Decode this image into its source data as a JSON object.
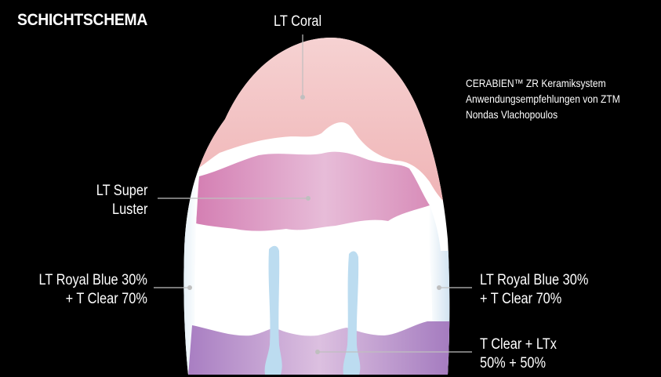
{
  "diagram": {
    "title": "SCHICHTSCHEMA",
    "info_lines": [
      "CERABIEN™ ZR Keramiksystem",
      "Anwendungsempfehlungen von ZTM",
      "Nondas Vlachopoulos"
    ],
    "labels": {
      "lt_coral": "LT Coral",
      "lt_super_luster": [
        "LT Super",
        "Luster"
      ],
      "left_royal_blue": [
        "LT Royal Blue 30%",
        "+ T Clear 70%"
      ],
      "right_royal_blue": [
        "LT Royal Blue 30%",
        "+ T Clear 70%"
      ],
      "t_clear_ltx": [
        "T Clear + LTx",
        "50% + 50%"
      ]
    },
    "colors": {
      "background": "#000000",
      "coral": "#f1b9b9",
      "super_luster": "#d98bb8",
      "royal_blue_clear": "#cfe3ef",
      "clear_ltx": "#b58ac4",
      "enamel_white": "#ffffff",
      "leader_line": "#bfbfbf"
    }
  }
}
